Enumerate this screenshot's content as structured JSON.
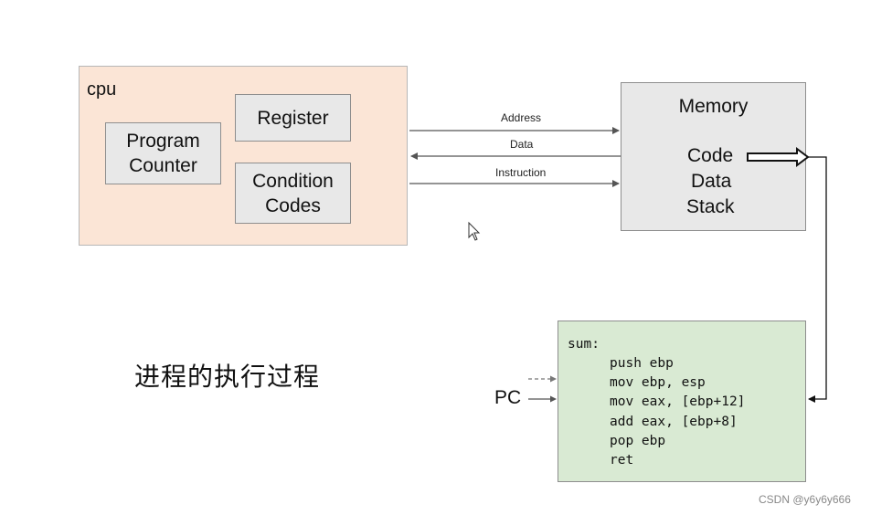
{
  "cpu": {
    "title": "cpu",
    "program_counter": "Program Counter",
    "register": "Register",
    "condition_codes": "Condition Codes"
  },
  "bus": {
    "address": "Address",
    "data": "Data",
    "instruction": "Instruction"
  },
  "memory": {
    "title": "Memory",
    "items": [
      "Code",
      "Data",
      "Stack"
    ]
  },
  "code": {
    "label": "sum:",
    "lines": [
      "push ebp",
      "mov ebp, esp",
      "mov eax, [ebp+12]",
      "add eax, [ebp+8]",
      "pop ebp",
      "ret"
    ]
  },
  "pc_label": "PC",
  "caption": "进程的执行过程",
  "watermark": "CSDN @y6y6y666",
  "colors": {
    "cpu_fill": "#fbe5d6",
    "box_fill": "#e8e8e8",
    "code_fill": "#d9ead3",
    "line_color": "#555555"
  }
}
